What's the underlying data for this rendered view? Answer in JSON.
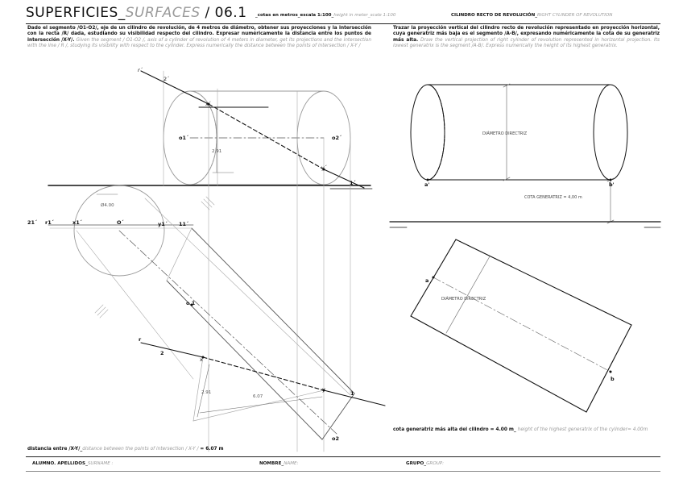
{
  "header": {
    "title_main": "SUPERFICIES_",
    "title_en": "SURFACES",
    "title_num": " / 06.1",
    "cotas_es": "_cotas en metros_escala 1:100_",
    "cotas_en": "height in meter_scale 1:100",
    "cylinder_es": "CILINDRO RECTO DE REVOLUCIÓN_",
    "cylinder_en": "RIGHT CYLINDER OF REVOLUTION"
  },
  "exercise1": {
    "statement_es": "Dado el segmento /O1-O2/, eje de un cilindro de revolución, de 4 metros de diámetro, obtener sus proyecciones y la intersección con la recta /R/ dada, estudiando su visibilidad respecto del cilindro. Expresar numéricamente la distancia entre los puntos de intersección /X-Y/.",
    "statement_en": "Given the segment / O1-O2 /, axis of a cylinder of revolution of 4 meters in diameter, get its projections and the intersection with the line / R /, studying its visibility with respect to the cylinder. Express numerically the distance between the points of intersection / X-Y /",
    "answer_es": "distancia entre /X-Y/_",
    "answer_en": "distance between the points of intersection / X-Y /",
    "answer_value": "= 6.07 m"
  },
  "exercise2": {
    "statement_es": "Trazar la proyección vertical del cilindro recto de revolución representado en proyección horizontal, cuya generatriz más baja es el segmento /A-B/, expresando numéricamente la cota de su generatriz más alta.",
    "statement_en": "Draw the vertical projection of right cylinder of revolution represented in horizontal projection. Its lowest generatrix is the segment /A-B/. Express numerically the height of its highest generatrix.",
    "answer_es": "cota generatriz más alta del cilindro = 4.00 m_",
    "answer_en": "height of the highest generatrix of the cylinder= 4.00m"
  },
  "drawing_labels": {
    "r_prime": "r´",
    "two_prime": "2´",
    "x_prime": "x´",
    "o1_prime": "o1´",
    "o2_prime": "o2´",
    "dim_291": "2.91",
    "y_prime": "y´",
    "one_prime": "1´",
    "diameter": "Ø4.00",
    "l21": "21´",
    "r1": "r1´",
    "x1": "x1´",
    "o_prime": "O´",
    "y1": "y1´",
    "l11": "11´",
    "o1": "o 1",
    "r": "r",
    "two": "2",
    "x": "x",
    "dim_291b": "2.91",
    "dim_607": "6.07",
    "y": "y",
    "one": "1",
    "o2": "o2",
    "a_prime": "a'",
    "b_prime": "b'",
    "diametro_directriz_1": "DIÁMETRO DIRECTRIZ",
    "cota_generatriz": "COTA GENERATRIZ = 4,00 m",
    "a": "a",
    "b": "b",
    "diametro_directriz_2": "DIÁMETRO DIRECTRIZ"
  },
  "footer": {
    "alumno_es": "ALUMNO. APELLIDOS_",
    "alumno_en": "SURNAME :",
    "nombre_es": "NOMBRE_",
    "nombre_en": "NAME:",
    "grupo_es": "GRUPO_",
    "grupo_en": "GROUP:"
  }
}
